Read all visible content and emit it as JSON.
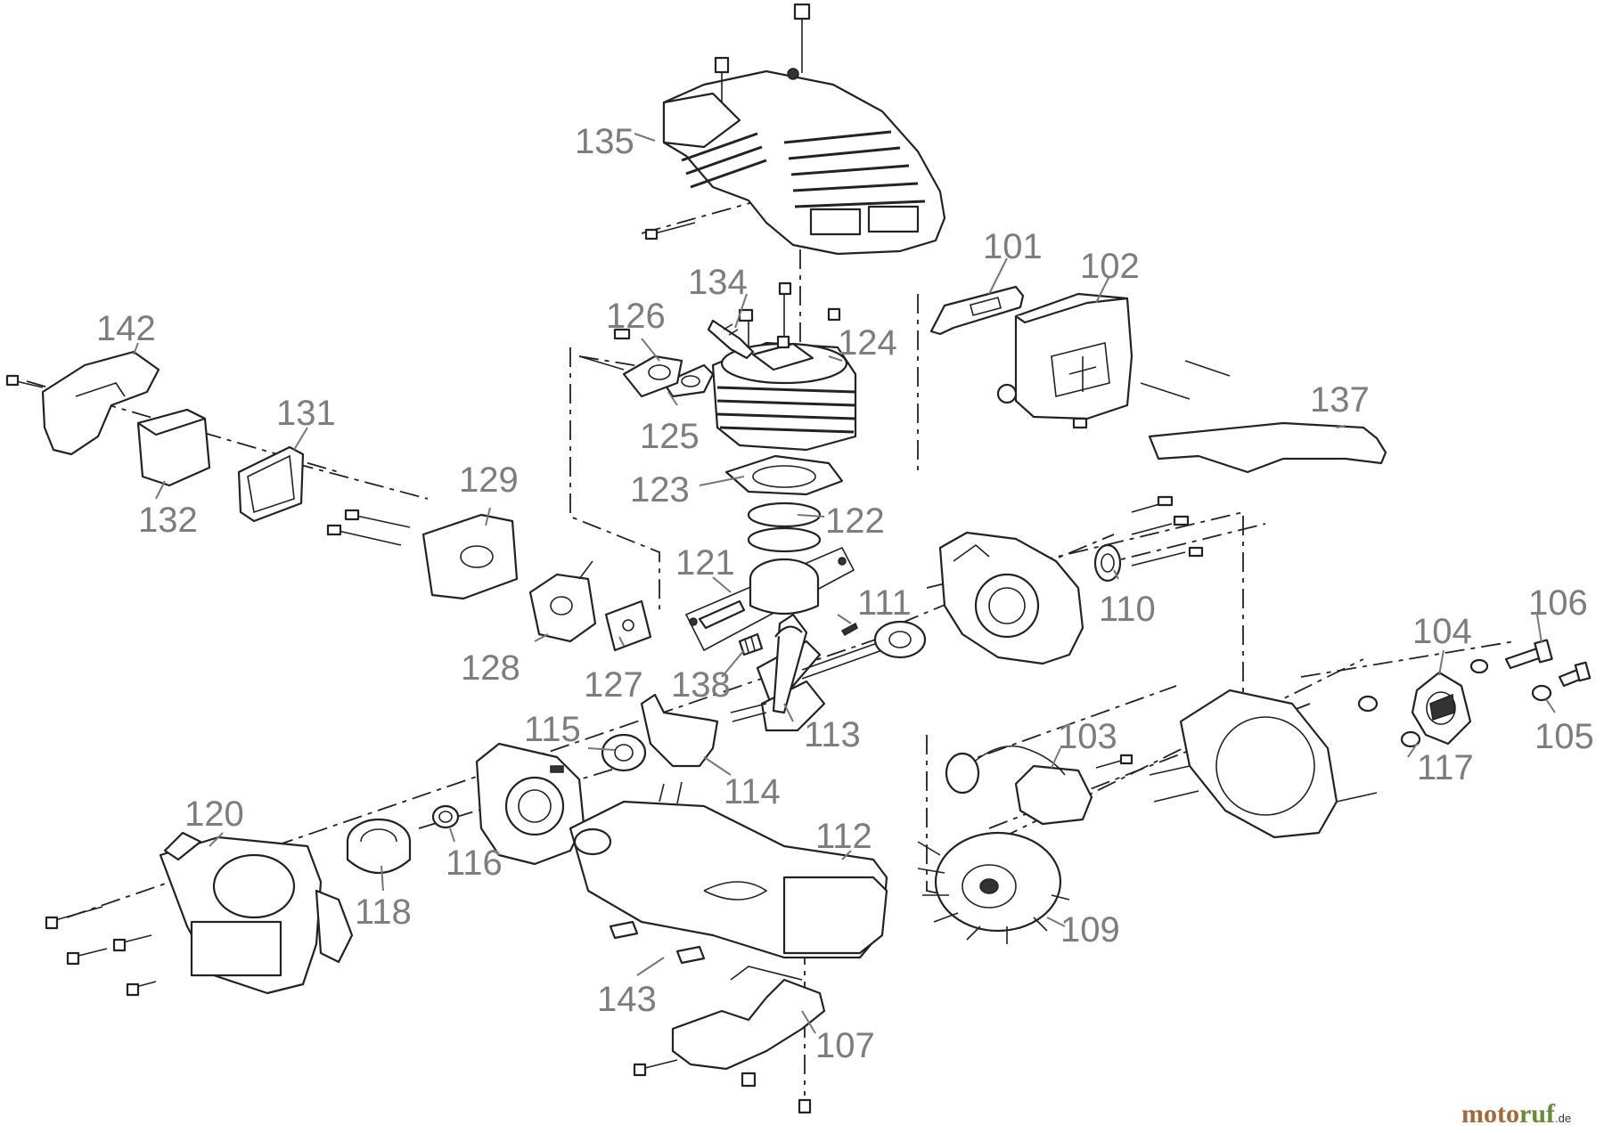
{
  "labels": {
    "p101": "101",
    "p102": "102",
    "p103": "103",
    "p104": "104",
    "p105": "105",
    "p106": "106",
    "p107": "107",
    "p109": "109",
    "p110": "110",
    "p111": "111",
    "p112": "112",
    "p113": "113",
    "p114": "114",
    "p115": "115",
    "p116": "116",
    "p117": "117",
    "p118": "118",
    "p120": "120",
    "p121": "121",
    "p122": "122",
    "p123": "123",
    "p124": "124",
    "p125": "125",
    "p126": "126",
    "p127": "127",
    "p128": "128",
    "p129": "129",
    "p131": "131",
    "p132": "132",
    "p134": "134",
    "p135": "135",
    "p137": "137",
    "p138": "138",
    "p142": "142",
    "p143": "143"
  },
  "watermark": {
    "brand_a": "moto",
    "brand_b": "ruf",
    "tld": ".de"
  },
  "colors": {
    "ink": "#222222",
    "label": "#7d7d7d",
    "logo_brown": "#a06a3a",
    "logo_green": "#6a8a34"
  }
}
